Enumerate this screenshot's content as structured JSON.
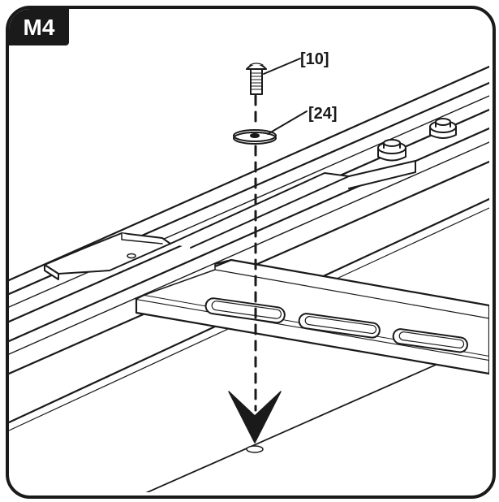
{
  "step": {
    "label": "M4"
  },
  "callouts": {
    "screw": "[10]",
    "washer": "[24]"
  },
  "colors": {
    "stroke": "#1a1a1a",
    "background": "#ffffff"
  }
}
